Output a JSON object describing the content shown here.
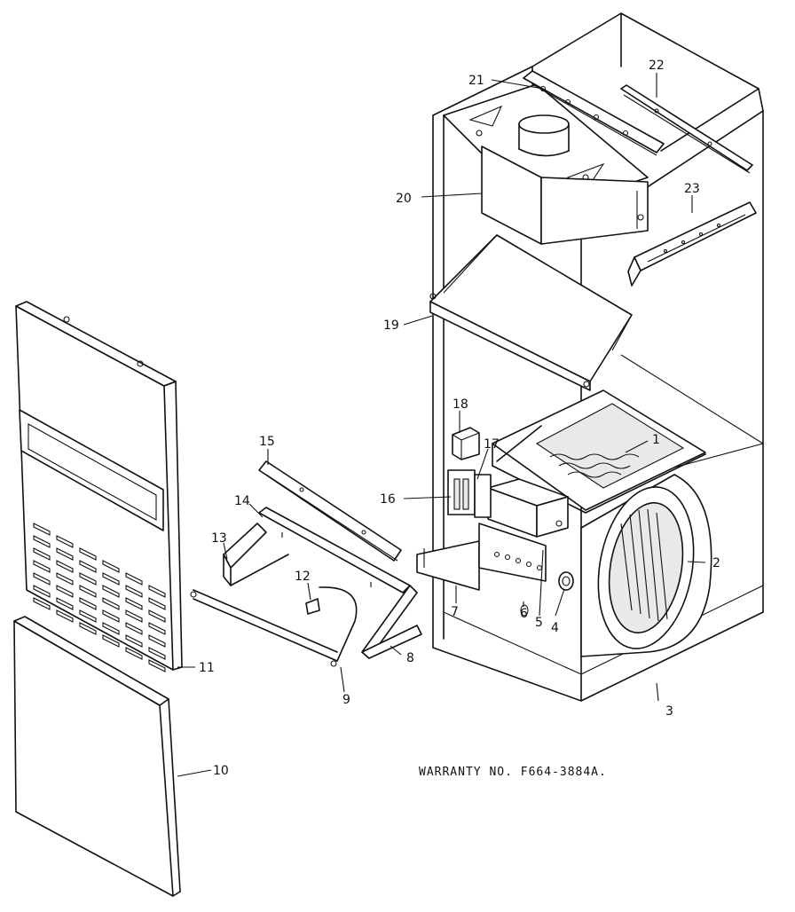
{
  "warranty": "WARRANTY NO. F664-3884A.",
  "callouts": [
    {
      "id": "1",
      "label": "1"
    },
    {
      "id": "2",
      "label": "2"
    },
    {
      "id": "3",
      "label": "3"
    },
    {
      "id": "4",
      "label": "4"
    },
    {
      "id": "5",
      "label": "5"
    },
    {
      "id": "6",
      "label": "6"
    },
    {
      "id": "7",
      "label": "7"
    },
    {
      "id": "8",
      "label": "8"
    },
    {
      "id": "9",
      "label": "9"
    },
    {
      "id": "10",
      "label": "10"
    },
    {
      "id": "11",
      "label": "11"
    },
    {
      "id": "12",
      "label": "12"
    },
    {
      "id": "13",
      "label": "13"
    },
    {
      "id": "14",
      "label": "14"
    },
    {
      "id": "15",
      "label": "15"
    },
    {
      "id": "16",
      "label": "16"
    },
    {
      "id": "17",
      "label": "17"
    },
    {
      "id": "18",
      "label": "18"
    },
    {
      "id": "19",
      "label": "19"
    },
    {
      "id": "20",
      "label": "20"
    },
    {
      "id": "21",
      "label": "21"
    },
    {
      "id": "22",
      "label": "22"
    },
    {
      "id": "23",
      "label": "23"
    }
  ]
}
